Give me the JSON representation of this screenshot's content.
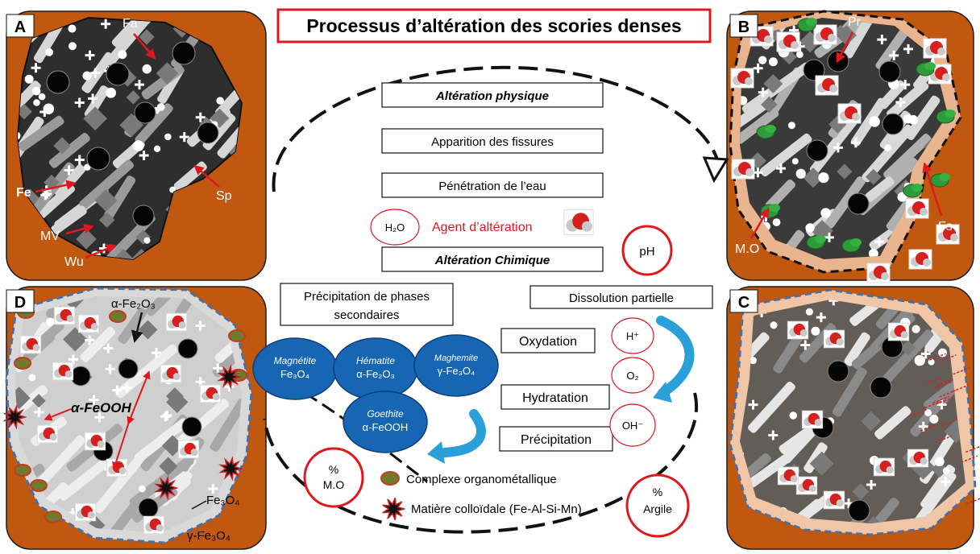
{
  "title": "Processus d’altération des scories denses",
  "colors": {
    "panel_bg": "#c0580f",
    "particle_dark": "#2e2e2e",
    "particle_light": "#d6d6d6",
    "altered_halo": "#e9b58f",
    "water": "#d62020",
    "organic": "#2e9b3a",
    "oxide_blue": "#1766b4",
    "arrow_blue": "#2a9fd8",
    "red_accent": "#e0171d"
  },
  "panels": {
    "A": {
      "letter": "A",
      "labels": {
        "fa": "Fa",
        "fe": "Fe",
        "sp": "Sp",
        "mv": "MV",
        "wu": "Wu"
      }
    },
    "B": {
      "letter": "B",
      "labels": {
        "pr": "Pr",
        "fs": "Fs",
        "mo": "M.O"
      }
    },
    "C": {
      "letter": "C"
    },
    "D": {
      "letter": "D",
      "labels": {
        "hematite": "α-Fe₂O₃",
        "goethite": "α-FeOOH",
        "magnetite": "Fe₃O₄",
        "maghemite": "γ-Fe₃O₄"
      }
    }
  },
  "steps": {
    "physical": "Altération physique",
    "cracks": "Apparition des fissures",
    "water": "Pénétration de l’eau",
    "chemical": "Altération Chimique",
    "precip_phases": [
      "Précipitation de phases",
      "secondaires"
    ],
    "dissolution": "Dissolution partielle",
    "oxidation": "Oxydation",
    "hydration": "Hydratation",
    "precipitation": "Précipitation"
  },
  "agents": {
    "h2o": "H₂O",
    "agent_label": "Agent d’altération",
    "ph": "pH",
    "h_plus": "H⁺",
    "o2": "O₂",
    "oh_minus": "OH⁻",
    "mo_pct": "%",
    "mo_label": "M.O",
    "clay_pct": "%",
    "clay_label": "Argile"
  },
  "phases": {
    "magnetite": {
      "name": "Magnétite",
      "formula": "Fe₃O₄"
    },
    "hematite": {
      "name": "Hématite",
      "formula": "α-Fe₂O₃"
    },
    "maghemite": {
      "name": "Maghemite",
      "formula": "γ-Fe₃O₄"
    },
    "goethite": {
      "name": "Goethite",
      "formula": "α-FeOOH"
    }
  },
  "legend": {
    "organometallic": "Complexe organométallique",
    "colloidal": "Matière colloïdale (Fe-Al-Si-Mn)"
  }
}
